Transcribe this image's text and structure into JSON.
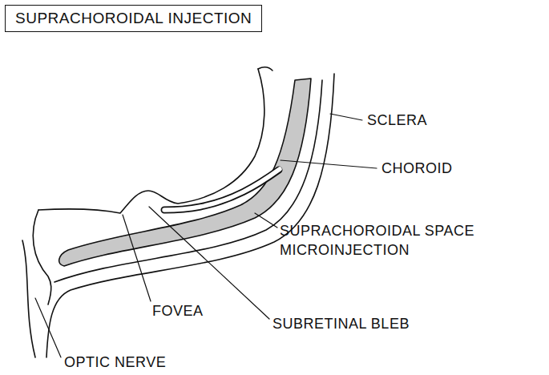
{
  "diagram": {
    "title": "SUPRACHOROIDAL INJECTION",
    "labels": [
      "SCLERA",
      "CHOROID",
      "SUPRACHOROIDAL SPACE MICROINJECTION",
      "FOVEA",
      "SUBRETINAL BLEB",
      "OPTIC NERVE"
    ]
  }
}
